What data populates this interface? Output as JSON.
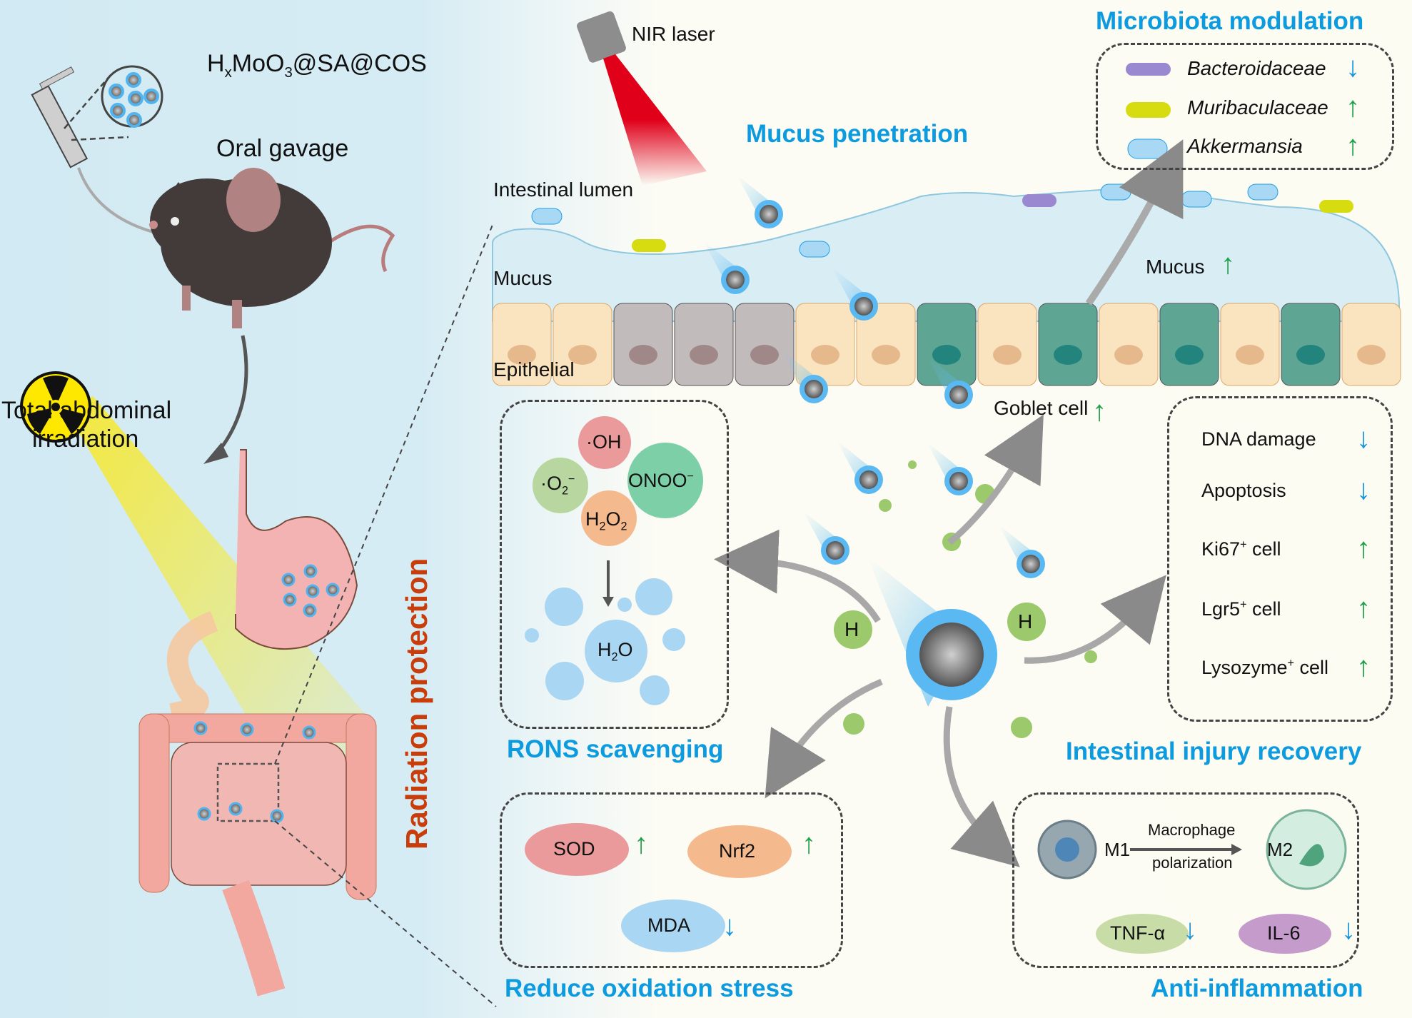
{
  "left_panel": {
    "compound_label": {
      "base": "H",
      "sub1": "x",
      "mid": "MoO",
      "sub2": "3",
      "rest": "@SA@COS"
    },
    "oral_gavage": "Oral gavage",
    "irradiation_label_line1": "Total abdominal",
    "irradiation_label_line2": "irradiation",
    "radiation_protection": "Radiation protection"
  },
  "tissue": {
    "nir_laser": "NIR laser",
    "mucus_penetration": "Mucus penetration",
    "intestinal_lumen": "Intestinal lumen",
    "mucus": "Mucus",
    "epithelial": "Epithelial",
    "mucus_increase": "Mucus",
    "goblet_cell": "Goblet cell",
    "hydrogen_symbol": "H"
  },
  "microbiota": {
    "title": "Microbiota modulation",
    "items": [
      {
        "name": "Bacteroidaceae",
        "direction": "down",
        "color": "#8a78c4"
      },
      {
        "name": "Muribaculaceae",
        "direction": "up",
        "color": "#d6dc10"
      },
      {
        "name": "Akkermansia",
        "direction": "up",
        "color": "#a9d8f5"
      }
    ]
  },
  "rons": {
    "title": "RONS scavenging",
    "species": [
      "·OH",
      "·O2−",
      "ONOO−",
      "H2O2"
    ],
    "oh": "·OH",
    "o2": {
      "base": "·O",
      "sub": "2",
      "sup": "−"
    },
    "onoo": {
      "base": "ONOO",
      "sup": "−"
    },
    "h2o2": {
      "a": "H",
      "s1": "2",
      "b": "O",
      "s2": "2"
    },
    "water": {
      "a": "H",
      "s": "2",
      "b": "O"
    }
  },
  "oxidation": {
    "title": "Reduce oxidation stress",
    "items": [
      {
        "name": "SOD",
        "direction": "up",
        "color": "#ea9a9a"
      },
      {
        "name": "Nrf2",
        "direction": "up",
        "color": "#f5b98e"
      },
      {
        "name": "MDA",
        "direction": "down",
        "color": "#a9d6f3"
      }
    ]
  },
  "injury_recovery": {
    "title": "Intestinal injury recovery",
    "items": [
      {
        "name": "DNA damage",
        "sup": "",
        "suffix": "",
        "direction": "down"
      },
      {
        "name": "Apoptosis",
        "sup": "",
        "suffix": "",
        "direction": "down"
      },
      {
        "name": "Ki67",
        "sup": "+",
        "suffix": " cell",
        "direction": "up"
      },
      {
        "name": "Lgr5",
        "sup": "+",
        "suffix": " cell",
        "direction": "up"
      },
      {
        "name": "Lysozyme",
        "sup": "+",
        "suffix": " cell",
        "direction": "up"
      }
    ]
  },
  "inflammation": {
    "title": "Anti-inflammation",
    "m1": "M1",
    "m2": "M2",
    "polarization_top": "Macrophage",
    "polarization_bottom": "polarization",
    "items": [
      {
        "name": "TNF-α",
        "direction": "down",
        "color": "#c8dca8"
      },
      {
        "name": "IL-6",
        "direction": "down",
        "color": "#c59bcc"
      }
    ]
  },
  "colors": {
    "title_blue": "#0d9be0",
    "radiation_red": "#c83d0a",
    "up_green": "#1fa14a",
    "down_blue": "#1496dc"
  }
}
